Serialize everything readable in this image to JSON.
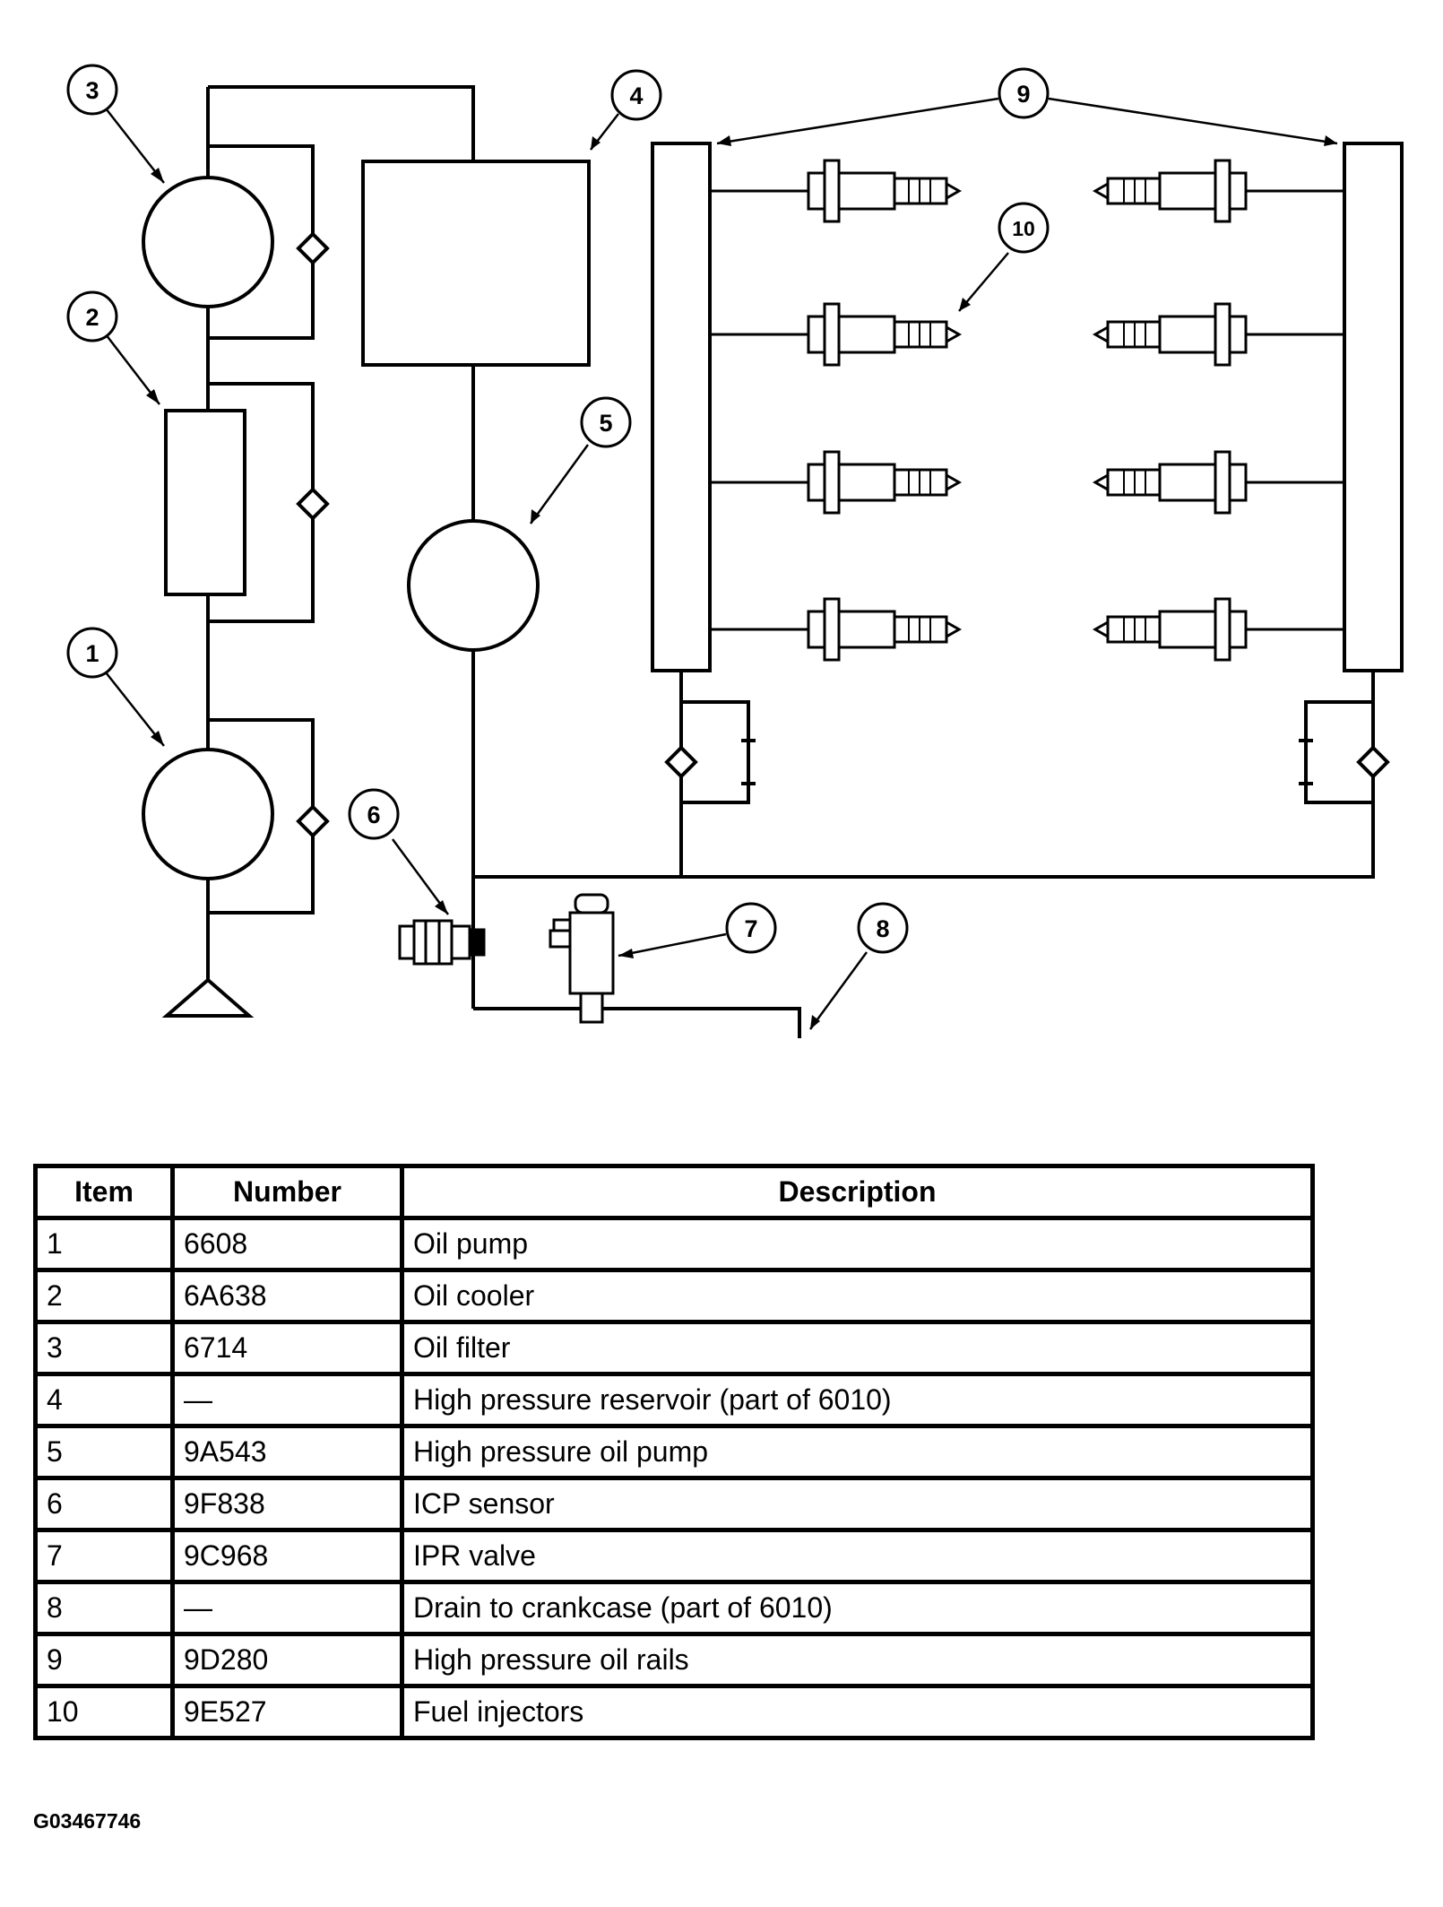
{
  "callouts": [
    "1",
    "2",
    "3",
    "4",
    "5",
    "6",
    "7",
    "8",
    "9",
    "10"
  ],
  "table": {
    "headers": [
      "Item",
      "Number",
      "Description"
    ],
    "rows": [
      [
        "1",
        "6608",
        "Oil pump"
      ],
      [
        "2",
        "6A638",
        "Oil cooler"
      ],
      [
        "3",
        "6714",
        "Oil filter"
      ],
      [
        "4",
        "—",
        "High pressure reservoir (part of 6010)"
      ],
      [
        "5",
        "9A543",
        "High pressure oil pump"
      ],
      [
        "6",
        "9F838",
        "ICP sensor"
      ],
      [
        "7",
        "9C968",
        "IPR valve"
      ],
      [
        "8",
        "—",
        "Drain to crankcase (part of 6010)"
      ],
      [
        "9",
        "9D280",
        "High pressure oil rails"
      ],
      [
        "10",
        "9E527",
        "Fuel injectors"
      ]
    ]
  },
  "figure_id": "G03467746"
}
